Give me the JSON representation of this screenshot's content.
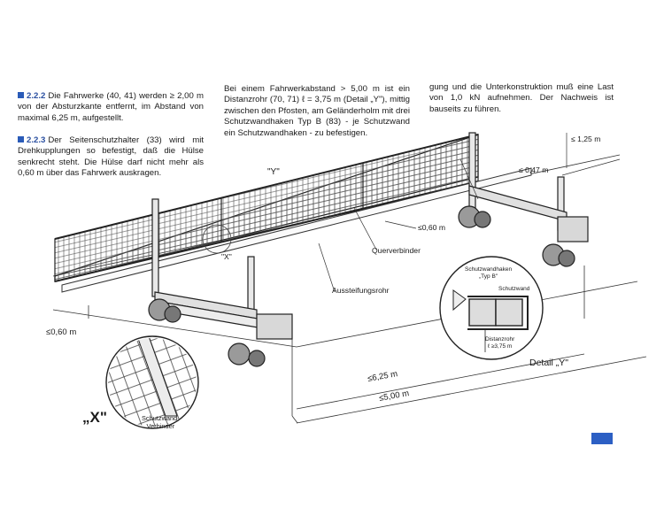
{
  "paragraphs": {
    "p1": {
      "number": "2.2.2",
      "text": "Die Fahrwerke (40, 41) werden ≥ 2,00 m von der Absturzkante entfernt, im Abstand von maximal 6,25 m, aufgestellt."
    },
    "p2": {
      "number": "2.2.3",
      "text": "Der Seitenschutzhalter (33) wird mit Drehkupplungen so befestigt, daß die Hülse senkrecht steht. Die Hülse darf nicht mehr als 0,60 m über das Fahrwerk auskragen."
    },
    "p3": {
      "text": "Bei einem Fahrwerkabstand > 5,00 m ist ein Distanzrohr (70, 71) ℓ = 3,75 m (Detail „Y\"), mittig zwischen den Pfosten, am Geländerholm mit drei Schutzwandhaken Typ B (83) - je Schutzwand ein Schutzwandhaken - zu befestigen."
    },
    "p4": {
      "text": "gung und die Unterkonstruktion muß eine Last von 1,0 kN aufnehmen. Der Nachweis ist bauseits zu führen."
    }
  },
  "labels": {
    "y_ref": "\"Y\"",
    "x_ref": "\"X\"",
    "dim_125": "≤ 1,25 m",
    "dim_047": "≤ 0,47 m",
    "dim_060_right": "≤0,60 m",
    "dim_060_left": "≤0,60 m",
    "querverbinder": "Querverbinder",
    "aussteifungsrohr": "Aussteifungsrohr",
    "dim_625": "≤6,25 m",
    "dim_500": "≤5,00 m",
    "detail_x_title": "„X\"",
    "detail_x_label": "Schutzwand-\nVerbinder",
    "detail_y_title": "Detail „Y\"",
    "detail_y_hook": "Schutzwandhaken\n„Typ B\"",
    "detail_y_wall": "Schutzwand",
    "detail_y_pipe": "Distanzrohr\nℓ ≥3,75 m"
  },
  "colors": {
    "section_blue": "#2a4fa0",
    "badge": "#2c5fc4",
    "line": "#333333"
  }
}
